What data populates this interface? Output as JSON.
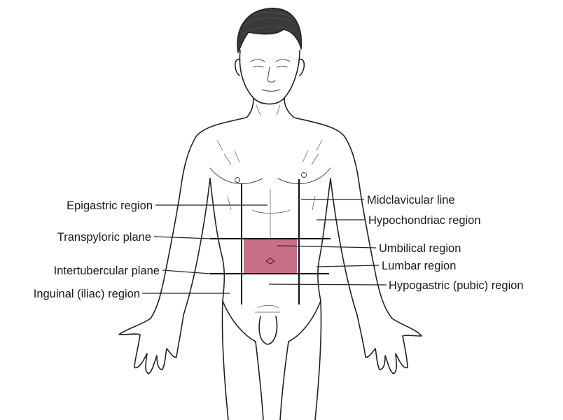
{
  "diagram": {
    "highlight_color": "#c76f86",
    "labels_left": {
      "epigastric": "Epigastric region",
      "transpyloric": "Transpyloric plane",
      "intertubercular": "Intertubercular plane",
      "inguinal": "Inguinal (iliac) region"
    },
    "labels_right": {
      "midclavicular": "Midclavicular line",
      "hypochondriac": "Hypochondriac region",
      "umbilical": "Umbilical region",
      "lumbar": "Lumbar region",
      "hypogastric": "Hypogastric (pubic) region"
    }
  }
}
